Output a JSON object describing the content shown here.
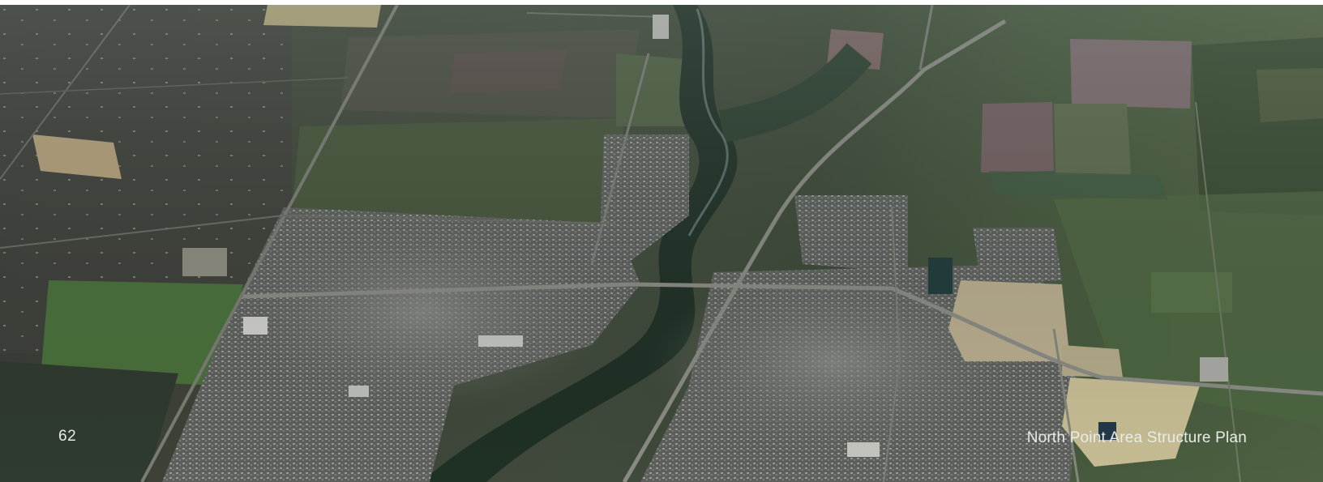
{
  "footer": {
    "page_number": "62",
    "document_title": "North Point Area Structure Plan"
  },
  "photo": {
    "subject": "aerial-town-river-valley"
  },
  "colors": {
    "footer_text": "#e8ece6",
    "background": "#ffffff"
  }
}
